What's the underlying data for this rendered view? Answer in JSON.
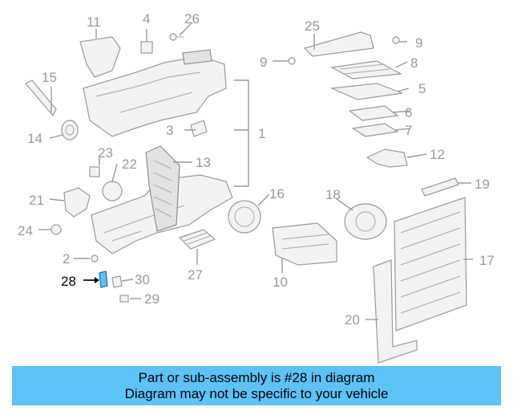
{
  "diagram": {
    "labels": [
      "1",
      "2",
      "3",
      "4",
      "5",
      "6",
      "7",
      "8",
      "9",
      "9",
      "10",
      "11",
      "12",
      "13",
      "14",
      "15",
      "16",
      "17",
      "18",
      "19",
      "20",
      "21",
      "22",
      "23",
      "24",
      "25",
      "26",
      "27",
      "28",
      "29",
      "30"
    ],
    "highlighted_label": "28",
    "highlight_color": "#000000",
    "label_color": "#9a9a9a"
  },
  "banner": {
    "line1": "Part or sub-assembly is #28 in diagram",
    "line2": "Diagram may not be specific to your vehicle",
    "background": "#5bc3f5"
  }
}
